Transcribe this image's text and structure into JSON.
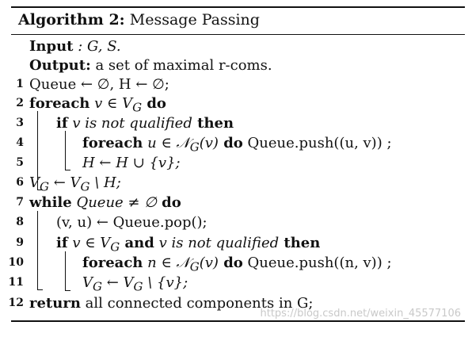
{
  "title": {
    "prefix": "Algorithm 2:",
    "name": "Message Passing"
  },
  "header": {
    "input_label": "Input",
    "input_value": " : G, S.",
    "output_label": "Output:",
    "output_value": " a set of maximal r-coms."
  },
  "lines": [
    {
      "num": "1",
      "text": "Queue ← ∅, H ← ∅;"
    },
    {
      "num": "2",
      "kw1": "foreach",
      "text": " v ∈ V",
      "sub": "G",
      "kw2": " do"
    },
    {
      "num": "3",
      "kw1": "if",
      "cond": " v is not qualified",
      "kw2": " then"
    },
    {
      "num": "4",
      "kw1": "foreach",
      "text": " u ∈ 𝒩",
      "sub": "G",
      "text2": "(v)",
      "kw2": " do",
      "action": "  Queue.push((u, v)) ;"
    },
    {
      "num": "5",
      "text": "H ← H ∪ {v};"
    },
    {
      "num": "6",
      "text": "V",
      "sub": "G",
      "text2": " ← V",
      "sub2": "G",
      "text3": " \\ H;"
    },
    {
      "num": "7",
      "kw1": "while",
      "cond": " Queue",
      "text": " ≠ ∅",
      "kw2": " do"
    },
    {
      "num": "8",
      "text": "(v, u) ← Queue.pop();"
    },
    {
      "num": "9",
      "kw1": "if",
      "text": " v ∈ V",
      "sub": "G",
      "kw_mid": " and",
      "cond": " v is not qualified",
      "kw2": " then"
    },
    {
      "num": "10",
      "kw1": "foreach",
      "text": " n ∈ 𝒩",
      "sub": "G",
      "text2": "(v)",
      "kw2": " do",
      "action": "  Queue.push((n, v)) ;"
    },
    {
      "num": "11",
      "text": "V",
      "sub": "G",
      "text2": " ← V",
      "sub2": "G",
      "text3": " \\ {v};"
    },
    {
      "num": "12",
      "kw1": "return",
      "text": " all connected components in G;"
    }
  ],
  "watermark": "https://blog.csdn.net/weixin_45577106"
}
